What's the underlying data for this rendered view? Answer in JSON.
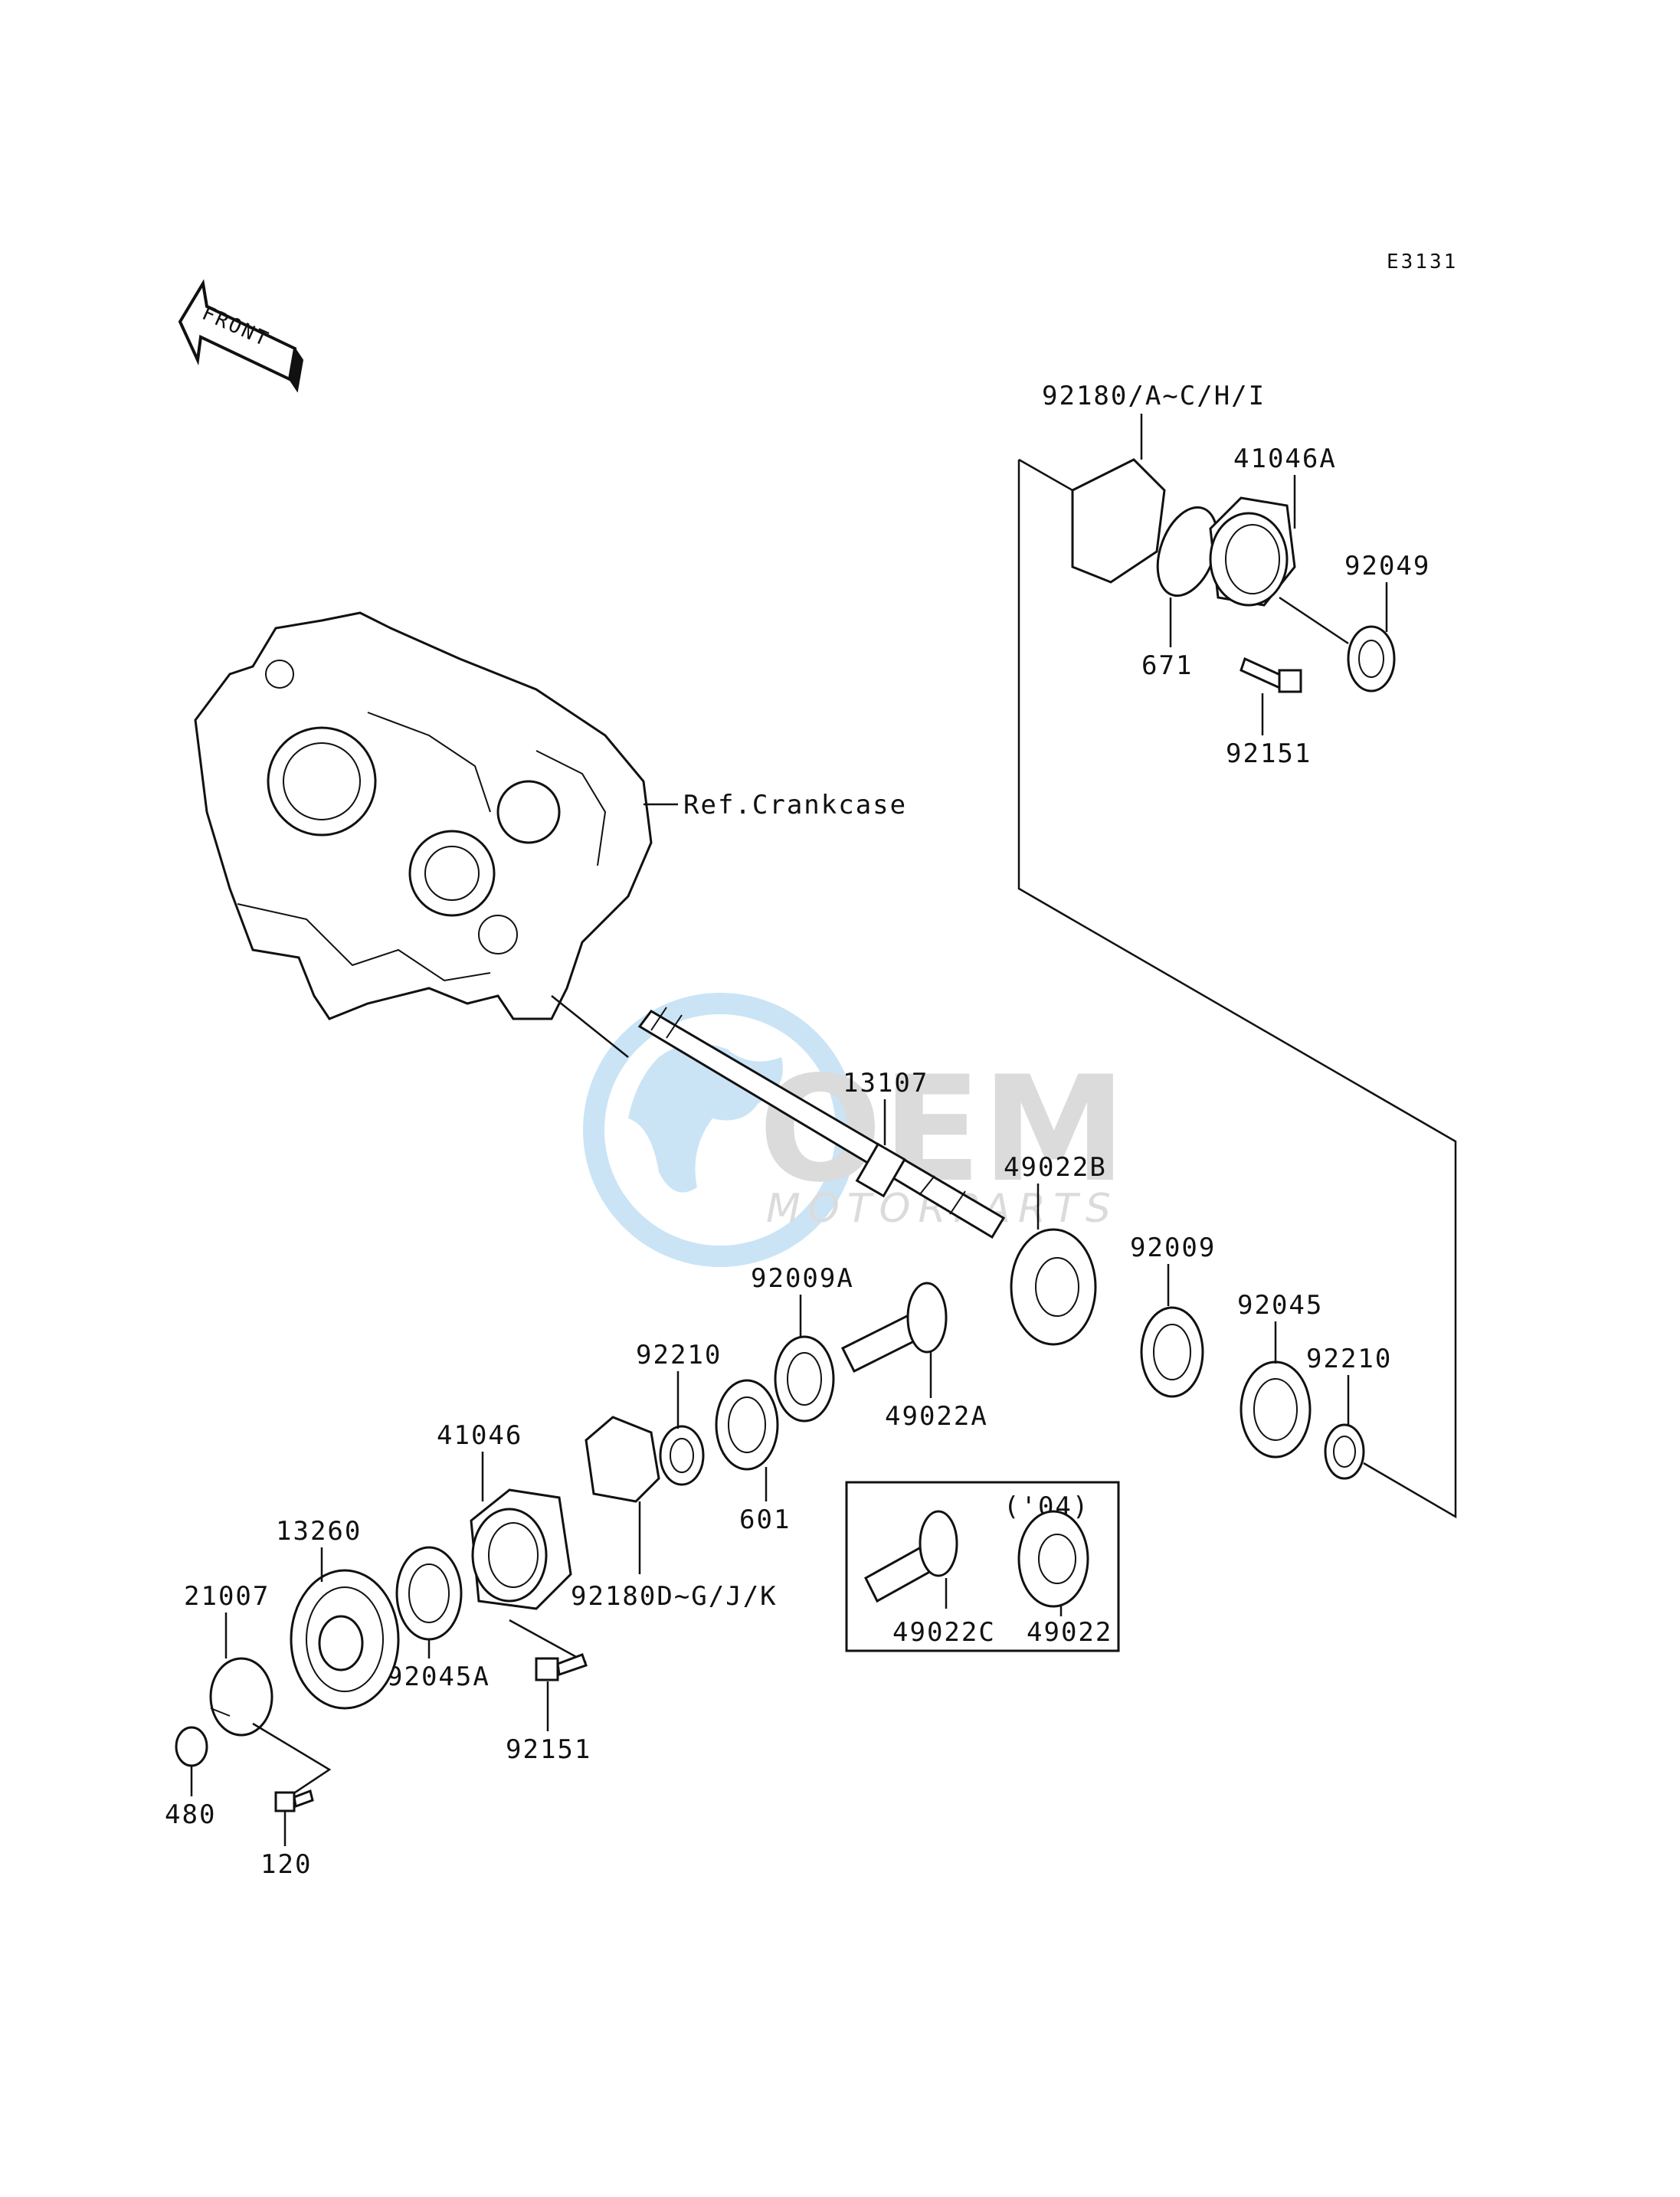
{
  "diagram_code": "E3131",
  "front_arrow_label": "FRONT",
  "ref_label": "Ref.Crankcase",
  "watermark": {
    "brand": "OEM",
    "sub": "MOTORPARTS"
  },
  "variant_box_label": "('04)",
  "parts": {
    "p92180_top": "92180/A~C/H/I",
    "p41046A": "41046A",
    "p92049": "92049",
    "p671": "671",
    "p92151_top": "92151",
    "p13107": "13107",
    "p49022B": "49022B",
    "p92009": "92009",
    "p92009A": "92009A",
    "p92045": "92045",
    "p92210_right": "92210",
    "p92210_left": "92210",
    "p49022A": "49022A",
    "p41046": "41046",
    "p601": "601",
    "p13260": "13260",
    "p92180_bottom": "92180D~G/J/K",
    "p21007": "21007",
    "p92045A": "92045A",
    "p49022C": "49022C",
    "p49022": "49022",
    "p92151_bottom": "92151",
    "p480": "480",
    "p120": "120"
  },
  "colors": {
    "line": "#111111",
    "watermark_blue": "#6ab4e6",
    "watermark_gray": "#9a9a9a"
  }
}
